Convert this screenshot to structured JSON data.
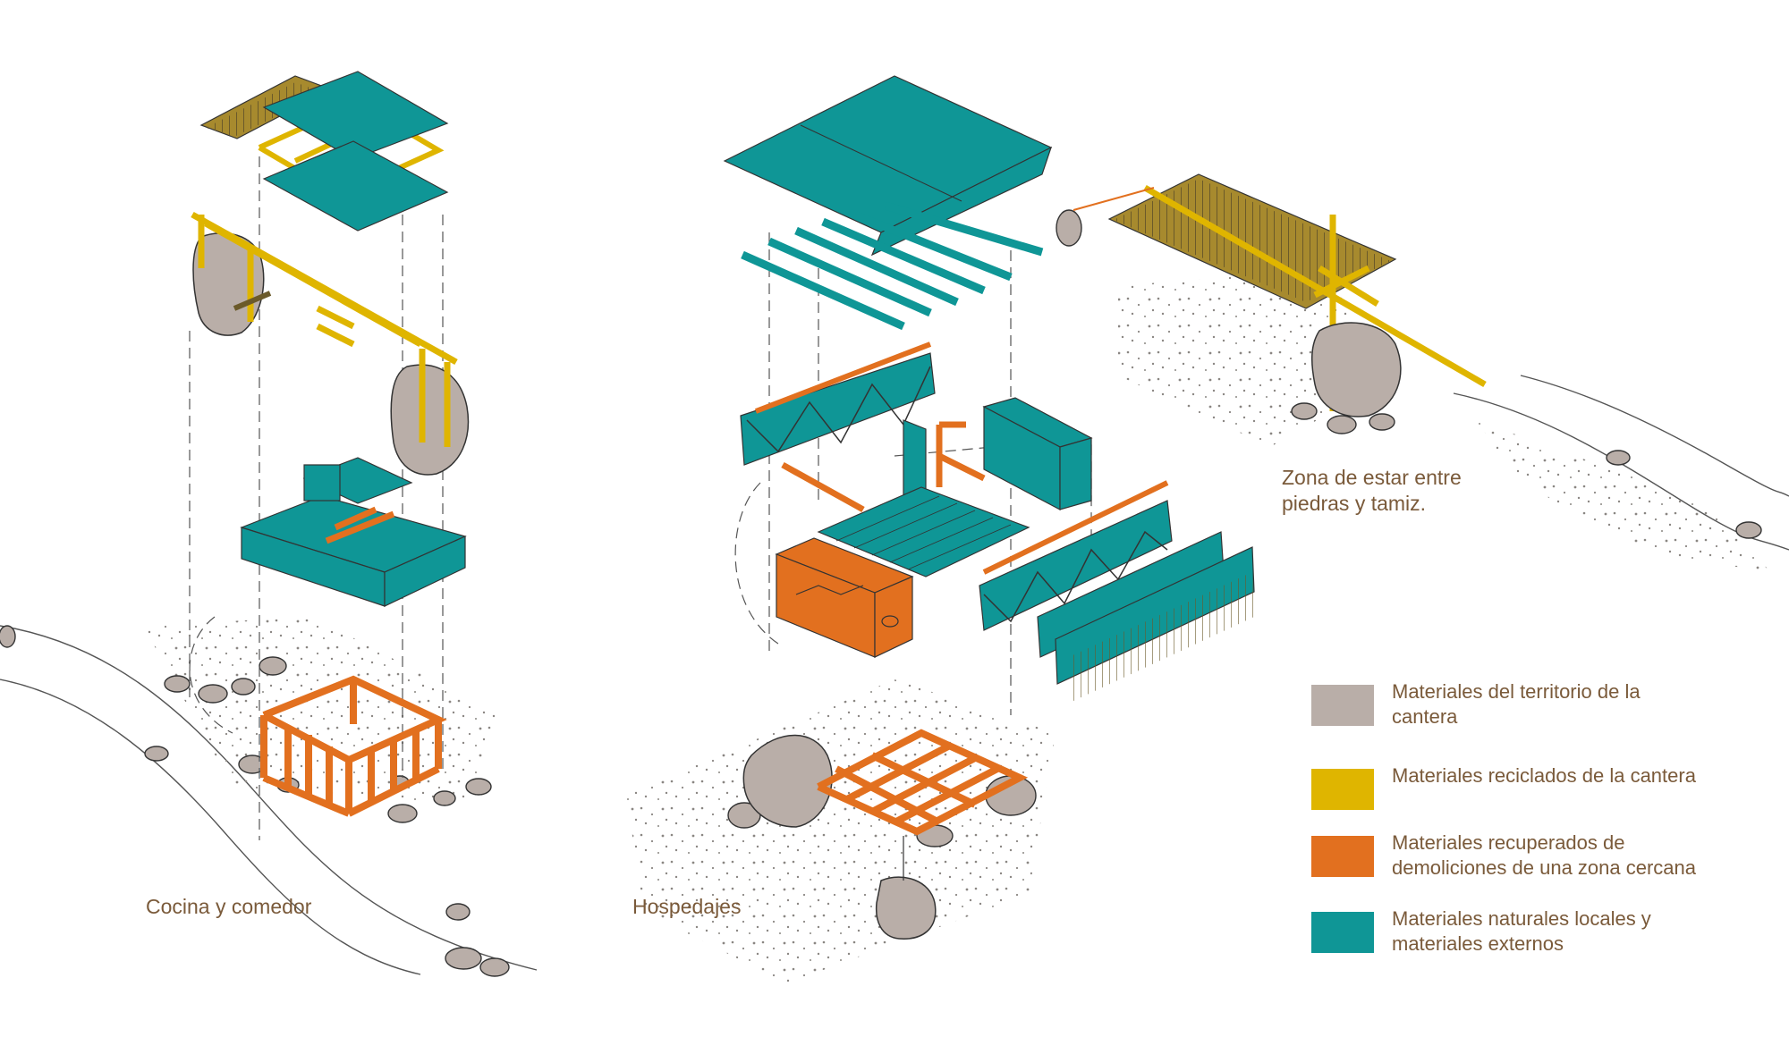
{
  "captions": {
    "kitchen": "Cocina y comedor",
    "lodging": "Hospedajes",
    "lounge_line1": "Zona de estar entre",
    "lounge_line2": "piedras y tamiz."
  },
  "legend": [
    {
      "label_line1": "Materiales del territorio de la",
      "label_line2": "cantera",
      "color": "#b9aea8"
    },
    {
      "label_line1": "Materiales reciclados de la cantera",
      "label_line2": "",
      "color": "#dfb500"
    },
    {
      "label_line1": "Materiales recuperados de",
      "label_line2": "demoliciones de una zona cercana",
      "color": "#e2701f"
    },
    {
      "label_line1": "Materiales naturales locales y",
      "label_line2": "materiales externos",
      "color": "#0f9696"
    }
  ],
  "colors": {
    "stone": "#b9aea8",
    "recycled": "#dfb500",
    "reclaimed": "#e2701f",
    "natural": "#0f9696",
    "text": "#7a5a3a",
    "line": "#333333"
  }
}
